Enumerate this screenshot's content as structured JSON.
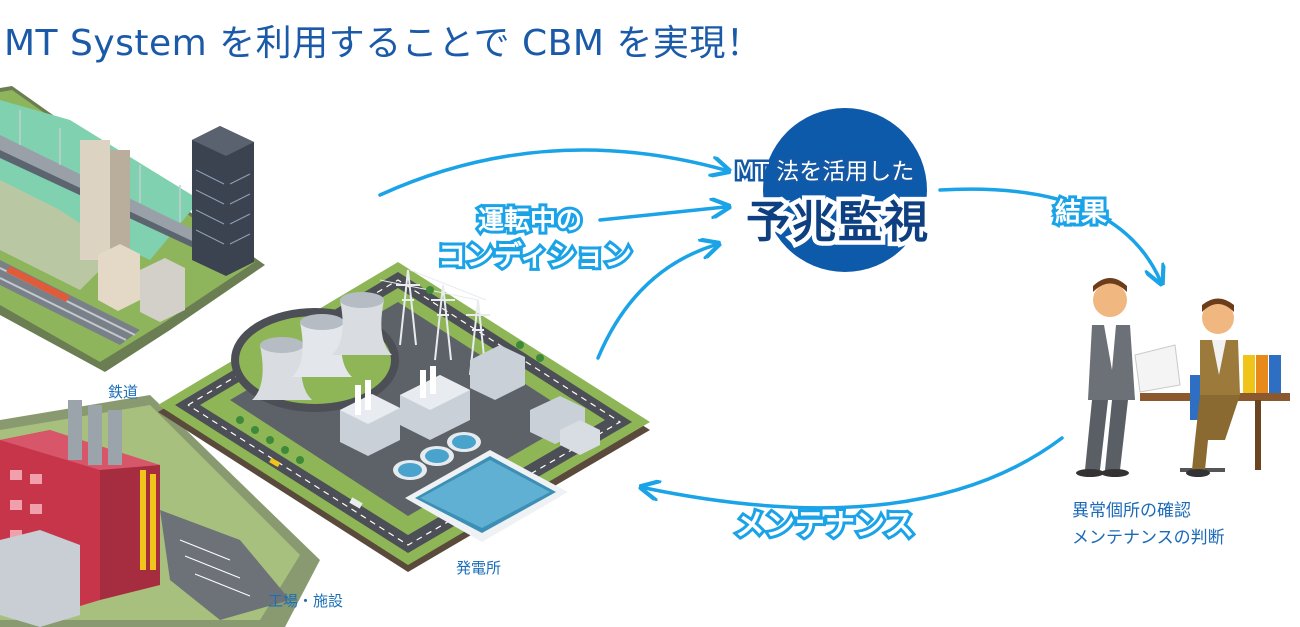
{
  "title": "MT System を利用することで CBM を実現！",
  "labels": {
    "railway": "鉄道",
    "factory": "工場・施設",
    "power_plant": "発電所"
  },
  "flow": {
    "condition_line1": "運転中の",
    "condition_line2": "コンディション",
    "result": "結果",
    "maintenance": "メンテナンス"
  },
  "center": {
    "line1": "MT 法を活用した",
    "line2": "予兆監視"
  },
  "description": {
    "line1": "異常個所の確認",
    "line2": "メンテナンスの判断"
  },
  "colors": {
    "arrow": "#1ba3e8",
    "circle": "#0d5aab",
    "title": "#1a5aa8"
  }
}
